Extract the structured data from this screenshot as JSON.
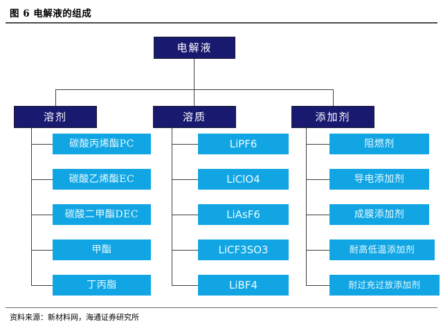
{
  "header": {
    "figure_label": "图 6",
    "title": "电解液的组成",
    "full_title": "图 6  电解液的组成"
  },
  "footer": {
    "source": "资料来源：新材料网，海通证券研究所"
  },
  "colors": {
    "branch_fill": "#191970",
    "branch_text": "#ffffff",
    "leaf_fill": "#12a5e4",
    "leaf_text": "#e8fbff",
    "connector": "#3c3c3c",
    "rule": "#4a4a4a",
    "background": "#ffffff"
  },
  "diagram": {
    "type": "tree",
    "orientation": "top-down-then-left-right",
    "root": {
      "label": "电解液"
    },
    "branches": [
      {
        "label": "溶剂",
        "children": [
          {
            "label": "碳酸丙烯酯PC"
          },
          {
            "label": "碳酸乙烯酯EC"
          },
          {
            "label": "碳酸二甲酯DEC"
          },
          {
            "label": "甲酯"
          },
          {
            "label": "丁丙脂"
          }
        ]
      },
      {
        "label": "溶质",
        "children": [
          {
            "label": "LiPF6"
          },
          {
            "label": "LiClO4"
          },
          {
            "label": "LiAsF6"
          },
          {
            "label": "LiCF3SO3"
          },
          {
            "label": "LiBF4"
          }
        ]
      },
      {
        "label": "添加剂",
        "children": [
          {
            "label": "阻燃剂"
          },
          {
            "label": "导电添加剂"
          },
          {
            "label": "成膜添加剂"
          },
          {
            "label": "耐高低温添加剂"
          },
          {
            "label": "耐过充过放添加剂"
          }
        ]
      }
    ]
  }
}
